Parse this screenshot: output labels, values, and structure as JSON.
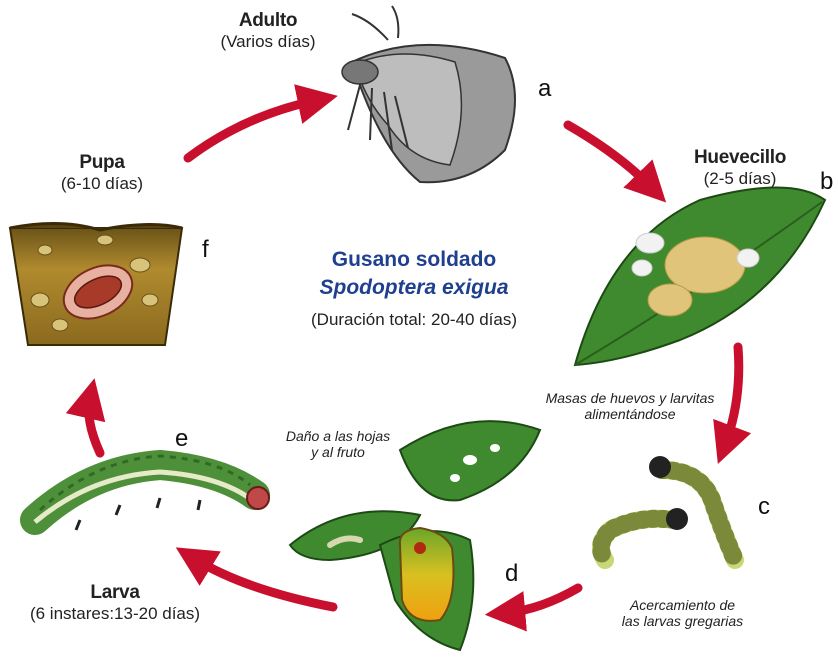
{
  "title": {
    "common_name": "Gusano soldado",
    "scientific_name": "Spodoptera exigua",
    "total_duration": "(Duración total: 20-40 días)"
  },
  "stages": {
    "adult": {
      "name": "Adulto",
      "duration": "(Varios días)",
      "letter": "a"
    },
    "egg": {
      "name": "Huevecillo",
      "duration": "(2-5 días)",
      "letter": "b"
    },
    "young_larvae": {
      "letter": "c"
    },
    "damage": {
      "letter": "d"
    },
    "larva": {
      "name": "Larva",
      "duration": "(6 instares:13-20 días)",
      "letter": "e"
    },
    "pupa": {
      "name": "Pupa",
      "duration": "(6-10 días)",
      "letter": "f"
    }
  },
  "captions": {
    "egg_masses_line1": "Masas de huevos y larvitas",
    "egg_masses_line2": "alimentándose",
    "damage_line1": "Daño a las hojas",
    "damage_line2": "y al fruto",
    "gregarious_line1": "Acercamiento de",
    "gregarious_line2": "las larvas gregarias"
  },
  "colors": {
    "arrow": "#c8102e",
    "title_blue": "#1f3f8f",
    "leaf_green": "#3f8a2e",
    "soil": "#9a7a2a"
  },
  "icons": [
    "moth-icon",
    "egg-leaf-icon",
    "larvae-icon",
    "pepper-plant-icon",
    "caterpillar-icon",
    "pupa-soil-icon"
  ]
}
